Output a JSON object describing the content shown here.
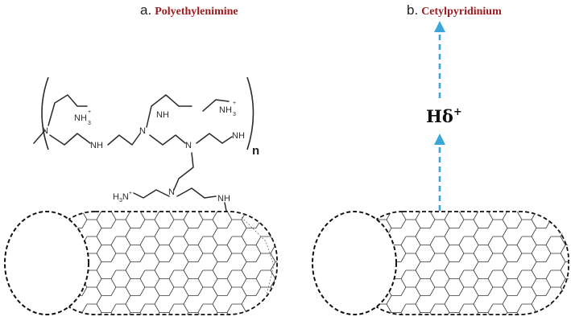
{
  "panel_a": {
    "letter": "a.",
    "name": "Polyethylenimine",
    "repeat_subscript": "n",
    "labels": {
      "n1": "N",
      "nh3_top": "NH",
      "nh3_top_sup": "+",
      "nh3_top_sub": "3",
      "nh_1": "NH",
      "n2": "N",
      "nh_top2": "NH",
      "nh3_right": "NH",
      "nh3_right_sup": "+",
      "nh3_right_sub": "3",
      "n3": "N",
      "nh_end": "NH",
      "h3n": "H",
      "h3n_sub": "3",
      "h3n_n": "N",
      "h3n_sup": "+",
      "n4": "N",
      "nh_anchor": "NH"
    }
  },
  "panel_b": {
    "letter": "b.",
    "name": "Cetylpyridinium",
    "h_label": "Hδ",
    "h_sup": "+"
  },
  "colors": {
    "title_red": "#9b1b1f",
    "arrow_blue": "#3aa7d8",
    "line": "#2b2b2b"
  }
}
